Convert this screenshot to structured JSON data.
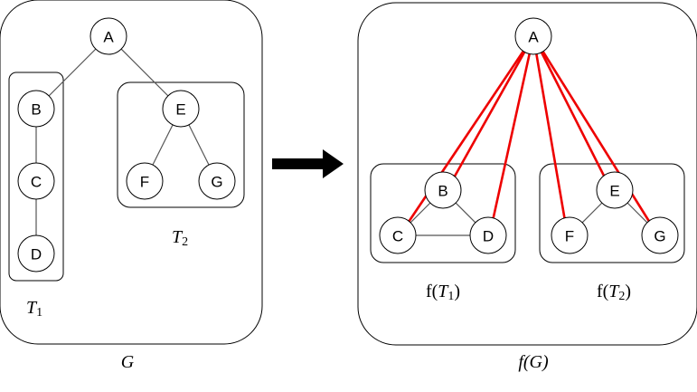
{
  "nodes": {
    "g_A": "A",
    "g_B": "B",
    "g_C": "C",
    "g_D": "D",
    "g_E": "E",
    "g_F": "F",
    "g_G": "G",
    "f_A": "A",
    "f_B": "B",
    "f_C": "C",
    "f_D": "D",
    "f_E": "E",
    "f_F": "F",
    "f_G": "G"
  },
  "labels": {
    "t1": {
      "main": "T",
      "sub": "1"
    },
    "t2": {
      "main": "T",
      "sub": "2"
    },
    "g": "G",
    "ft1": {
      "pre": "f(",
      "main": "T",
      "sub": "1",
      "post": ")"
    },
    "ft2": {
      "pre": "f(",
      "main": "T",
      "sub": "2",
      "post": ")"
    },
    "fg": "f(G)"
  },
  "colors": {
    "highlight_edges": "#ee0000",
    "arrow": "#000000"
  }
}
